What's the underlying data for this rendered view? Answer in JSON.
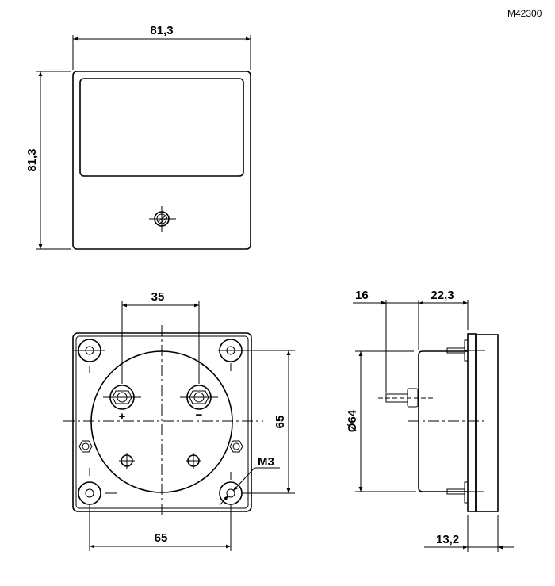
{
  "drawing_id": "M42300",
  "front_view": {
    "width_label": "81,3",
    "height_label": "81,3"
  },
  "rear_view": {
    "terminal_spacing_label": "35",
    "hole_spacing_vertical_label": "65",
    "hole_spacing_horizontal_label": "65",
    "thread_label": "M3",
    "plus_sign": "+",
    "minus_sign": "−"
  },
  "side_view": {
    "stud_length_label": "16",
    "body_depth_label": "22,3",
    "diameter_label": "Ø64",
    "front_depth_label": "13,2"
  }
}
